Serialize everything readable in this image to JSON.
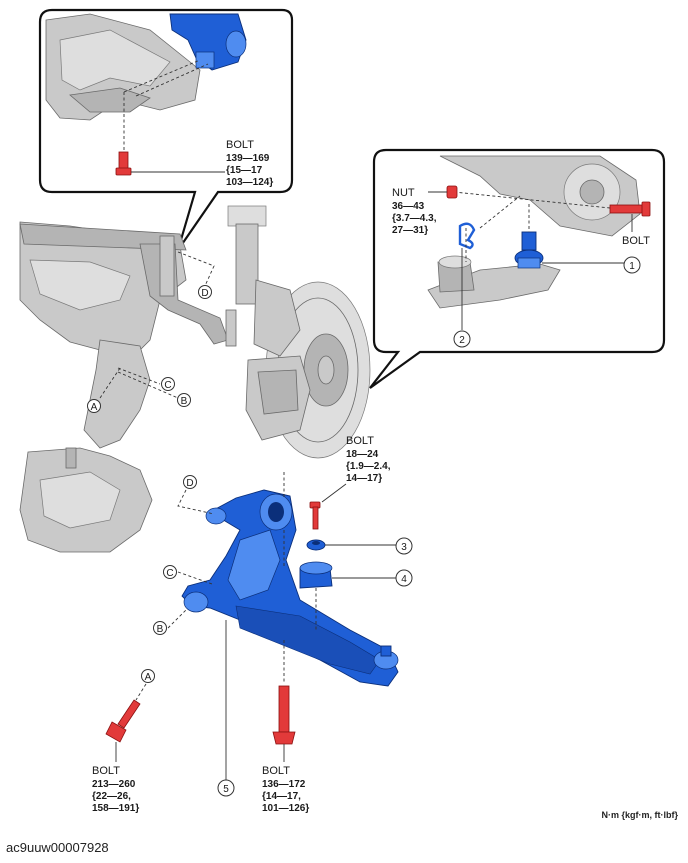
{
  "bolts": {
    "top_inset": {
      "name": "BOLT",
      "l1": "139—169",
      "l2": "{15—17",
      "l3": "103—124}"
    },
    "right_inset": {
      "name": "BOLT"
    },
    "nut": {
      "name": "NUT",
      "l1": "36—43",
      "l2": "{3.7—4.3,",
      "l3": "27—31}"
    },
    "middle": {
      "name": "BOLT",
      "l1": "18—24",
      "l2": "{1.9—2.4,",
      "l3": "14—17}"
    },
    "bottom_left": {
      "name": "BOLT",
      "l1": "213—260",
      "l2": "{22—26,",
      "l3": "158—191}"
    },
    "bottom_mid": {
      "name": "BOLT",
      "l1": "136—172",
      "l2": "{14—17,",
      "l3": "101—126}"
    }
  },
  "callouts": {
    "n1": "1",
    "n2": "2",
    "n3": "3",
    "n4": "4",
    "n5": "5",
    "A": "A",
    "B": "B",
    "C": "C",
    "D": "D"
  },
  "units_note": "N·m {kgf·m, ft·lbf}",
  "caption": "ac9uuw00007928"
}
